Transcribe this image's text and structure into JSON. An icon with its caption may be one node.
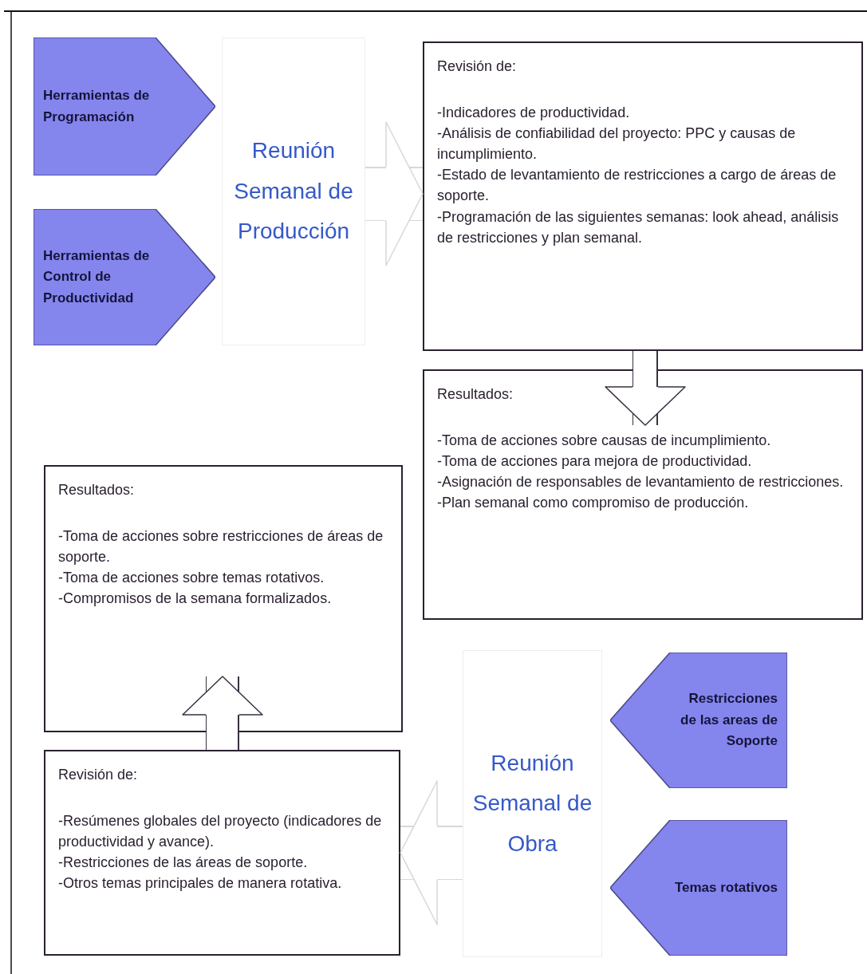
{
  "diagram": {
    "nodes": [
      {
        "text": [
          "Herramientas de Programación"
        ]
      },
      {
        "text": [
          "Herramientas de Control de Productividad"
        ]
      },
      {
        "text": [
          "Reunión Semanal de Producción"
        ]
      },
      {
        "text": [
          "Revisión de:",
          "-Indicadores de productividad.",
          "-Análisis de confiabilidad del proyecto: PPC y causas de incumplimiento.",
          "-Estado de levantamiento de restricciones a cargo de áreas de soporte.",
          "-Programación de las siguientes semanas: look ahead, análisis de restricciones y plan semanal."
        ]
      },
      {
        "text": [
          "Resultados:",
          "-Toma de acciones sobre causas de incumplimiento.",
          "-Toma de acciones para mejora de productividad.",
          "-Asignación de responsables de levantamiento de restricciones.",
          "-Plan semanal como compromiso de producción."
        ]
      },
      {
        "text": [
          "Resultados:",
          "-Toma de acciones sobre restricciones de áreas de soporte.",
          "-Toma de acciones sobre temas rotativos.",
          "-Compromisos de la semana formalizados."
        ]
      },
      {
        "text": [
          "Revisión de:",
          "-Resúmenes globales del proyecto (indicadores de productividad y avance).",
          "-Restricciones de las áreas de soporte.",
          "-Otros temas principales de manera rotativa."
        ]
      },
      {
        "text": [
          "Reunión Semanal de Obra"
        ]
      },
      {
        "text": [
          "Restricciones de las areas de Soporte"
        ]
      },
      {
        "text": [
          "Temas rotativos"
        ]
      }
    ],
    "edges": [
      {
        "from": 2,
        "to": 3,
        "arrow": "to",
        "color": "#d8d8d8"
      },
      {
        "from": 3,
        "to": 4,
        "arrow": "to",
        "color": "#3a3040"
      },
      {
        "from": 6,
        "to": 5,
        "arrow": "to",
        "color": "#3a3040"
      },
      {
        "from": 7,
        "to": 6,
        "arrow": "to",
        "color": "#d8d8d8"
      }
    ]
  }
}
